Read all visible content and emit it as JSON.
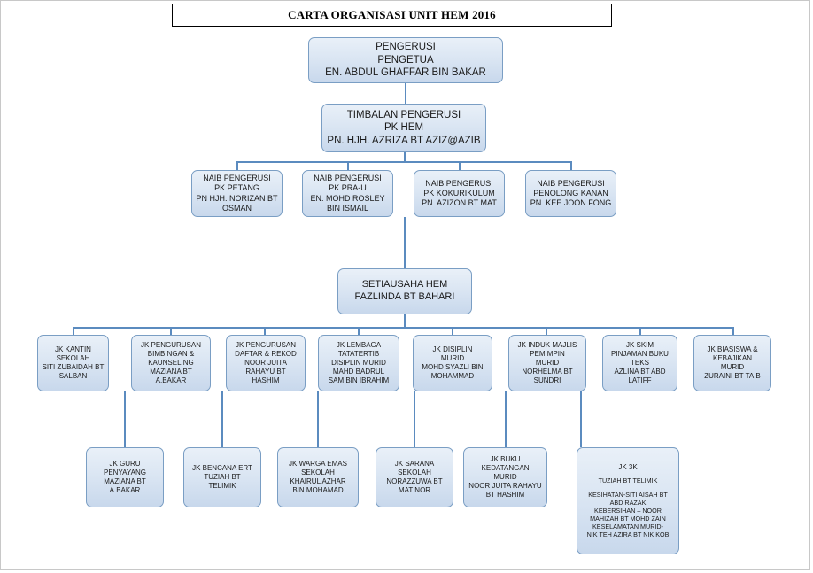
{
  "title": "CARTA ORGANISASI UNIT HEM 2016",
  "colors": {
    "node_border": "#7a9ec4",
    "node_fill_top": "#e9f0f8",
    "node_fill_bottom": "#c8d8ec",
    "connector": "#5b8bbf",
    "title_border": "#000000"
  },
  "nodes": {
    "pengerusi": {
      "l1": "PENGERUSI",
      "l2": "PENGETUA",
      "l3": "EN. ABDUL GHAFFAR BIN BAKAR"
    },
    "timbalan": {
      "l1": "TIMBALAN PENGERUSI",
      "l2": "PK HEM",
      "l3": "PN. HJH. AZRIZA BT AZIZ@AZIB"
    },
    "naib": [
      {
        "l1": "NAIB PENGERUSI",
        "l2": "PK PETANG",
        "l3": "PN HJH. NORIZAN BT",
        "l4": "OSMAN"
      },
      {
        "l1": "NAIB PENGERUSI",
        "l2": "PK PRA-U",
        "l3": "EN. MOHD ROSLEY",
        "l4": "BIN ISMAIL"
      },
      {
        "l1": "NAIB PENGERUSI",
        "l2": "PK KOKURIKULUM",
        "l3": "PN. AZIZON BT MAT",
        "l4": ""
      },
      {
        "l1": "NAIB PENGERUSI",
        "l2": "PENOLONG KANAN",
        "l3": "PN. KEE JOON FONG",
        "l4": ""
      }
    ],
    "setiausaha": {
      "l1": "SETIAUSAHA HEM",
      "l2": "FAZLINDA BT BAHARI"
    },
    "row1": [
      {
        "l1": "JK KANTIN",
        "l2": "SEKOLAH",
        "l3": "SITI ZUBAIDAH BT",
        "l4": "SALBAN"
      },
      {
        "l1": "JK PENGURUSAN",
        "l2": "BIMBINGAN &",
        "l3": "KAUNSELING",
        "l4": "MAZIANA BT",
        "l5": "A.BAKAR"
      },
      {
        "l1": "JK PENGURUSAN",
        "l2": "DAFTAR & REKOD",
        "l3": "NOOR JUITA",
        "l4": "RAHAYU BT",
        "l5": "HASHIM"
      },
      {
        "l1": "JK LEMBAGA",
        "l2": "TATATERTIB",
        "l3": "DISIPLIN MURID",
        "l4": "MAHD BADRUL",
        "l5": "SAM  BIN IBRAHIM"
      },
      {
        "l1": "JK DISIPLIN",
        "l2": "MURID",
        "l3": "MOHD SYAZLI BIN",
        "l4": "MOHAMMAD"
      },
      {
        "l1": "JK INDUK MAJLIS",
        "l2": "PEMIMPIN",
        "l3": "MURID",
        "l4": "NORHELMA BT",
        "l5": "SUNDRI"
      },
      {
        "l1": "JK SKIM",
        "l2": "PINJAMAN BUKU",
        "l3": "TEKS",
        "l4": "AZLINA BT ABD",
        "l5": "LATIFF"
      },
      {
        "l1": "JK BIASISWA &",
        "l2": "KEBAJIKAN",
        "l3": "MURID",
        "l4": "ZURAINI BT TAIB"
      }
    ],
    "row2": [
      {
        "l1": "JK GURU",
        "l2": "PENYAYANG",
        "l3": "MAZIANA BT",
        "l4": "A.BAKAR"
      },
      {
        "l1": "JK BENCANA ERT",
        "l2": "TUZIAH BT",
        "l3": "TELIMIK"
      },
      {
        "l1": "JK WARGA EMAS",
        "l2": "SEKOLAH",
        "l3": "KHAIRUL AZHAR",
        "l4": "BIN MOHAMAD"
      },
      {
        "l1": "JK SARANA",
        "l2": "SEKOLAH",
        "l3": "NORAZZUWA BT",
        "l4": "MAT NOR"
      },
      {
        "l1": "JK BUKU",
        "l2": "KEDATANGAN",
        "l3": "MURID",
        "l4": "NOOR JUITA RAHAYU",
        "l5": "BT HASHIM"
      },
      {
        "l1": "JK 3K",
        "l2": "TUZIAH BT TELIMIK",
        "l3": "KESIHATAN-SITI AISAH BT",
        "l4": "ABD RAZAK",
        "l5": "KEBERSIHAN – NOOR",
        "l6": "MAHIZAH BT MOHD ZAIN",
        "l7": "KESELAMATAN MURID-",
        "l8": "NIK TEH AZIRA BT NIK KOB"
      }
    ]
  }
}
